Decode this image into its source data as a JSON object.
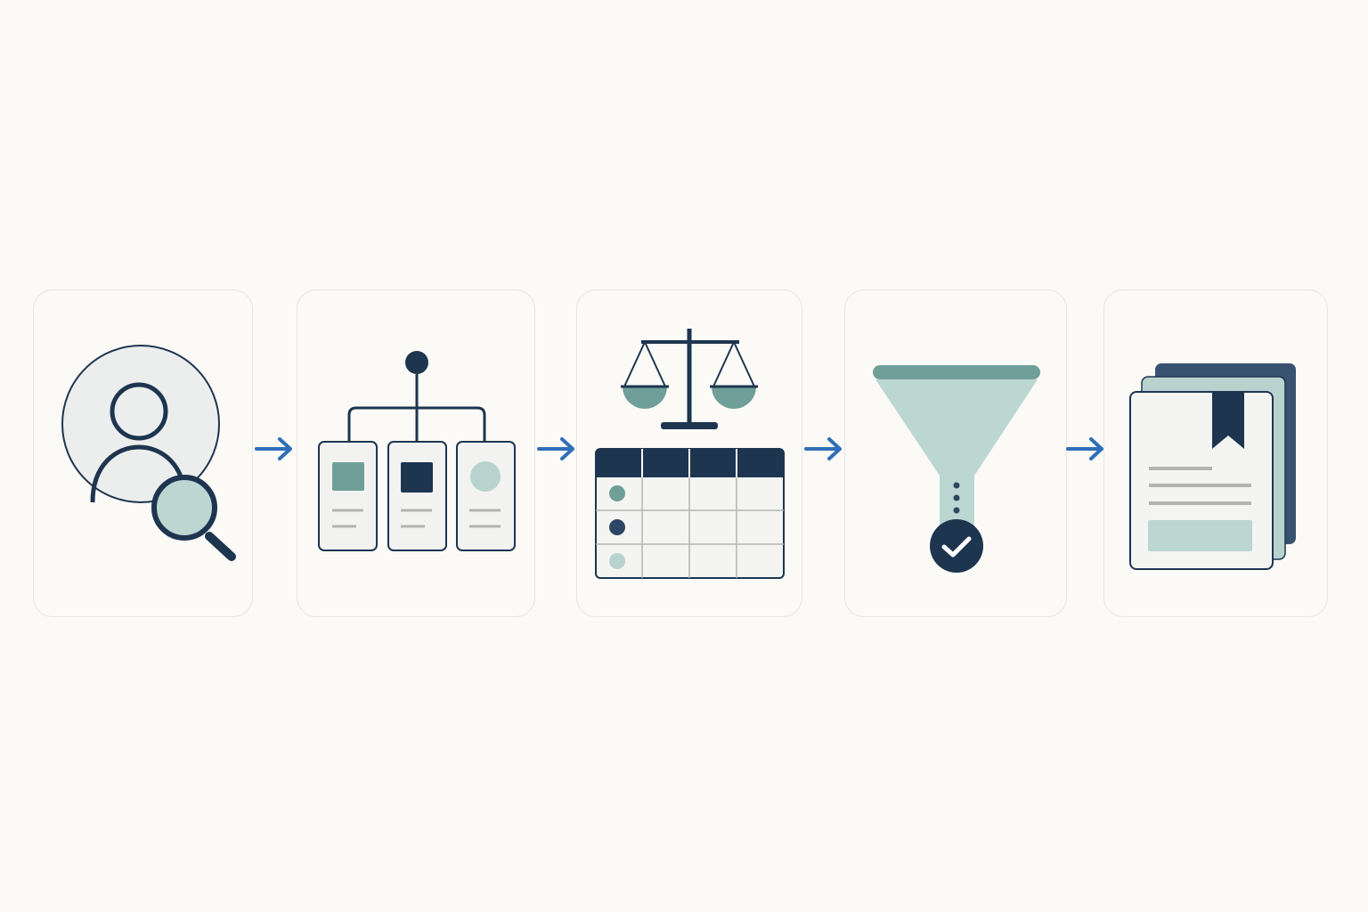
{
  "diagram": {
    "type": "process-flow",
    "steps": [
      {
        "id": "step-1",
        "icon": "user-search-icon"
      },
      {
        "id": "step-2",
        "icon": "card-hierarchy-icon"
      },
      {
        "id": "step-3",
        "icon": "scale-table-icon"
      },
      {
        "id": "step-4",
        "icon": "funnel-check-icon"
      },
      {
        "id": "step-5",
        "icon": "bookmarked-documents-icon"
      }
    ],
    "connectors": [
      "arrow-right-icon",
      "arrow-right-icon",
      "arrow-right-icon",
      "arrow-right-icon"
    ]
  },
  "colors": {
    "background": "#fcfaf6",
    "navy": "#1e3550",
    "teal": "#6f9f98",
    "light_teal": "#bdd6d2",
    "arrow_blue": "#2f6fb8",
    "gray_line": "#b3b3b3"
  }
}
